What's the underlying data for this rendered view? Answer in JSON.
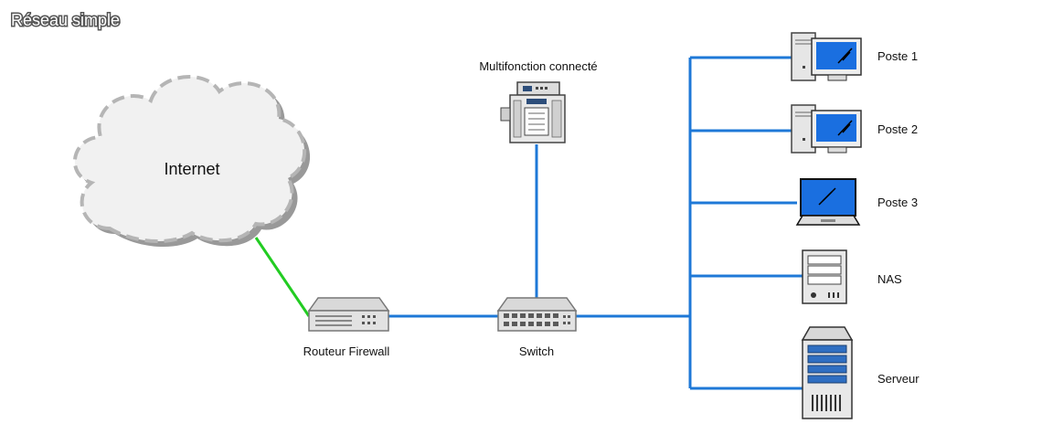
{
  "title": "Réseau  simple",
  "nodes": {
    "internet": "Internet",
    "multifunction": "Multifonction connecté",
    "router": "Routeur Firewall",
    "switch": "Switch",
    "poste1": "Poste 1",
    "poste2": "Poste 2",
    "poste3": "Poste 3",
    "nas": "NAS",
    "server": "Serveur"
  },
  "colors": {
    "lan_link": "#1e78d7",
    "wan_link": "#22cc22",
    "screen": "#1a6fe0",
    "device_gray": "#c8c8c8"
  }
}
